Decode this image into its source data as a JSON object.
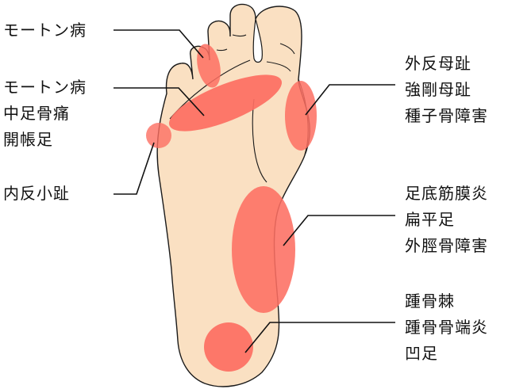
{
  "colors": {
    "skin": "#fae0c2",
    "outline": "#1a1a1a",
    "hotspot": "#fd6e62",
    "leader": "#111111"
  },
  "labels": {
    "morton_toe": {
      "lines": [
        "モートン病"
      ]
    },
    "metatarsal": {
      "lines": [
        "モートン病",
        "中足骨痛",
        "開帳足"
      ]
    },
    "bunionette": {
      "lines": [
        "内反小趾"
      ]
    },
    "big_toe": {
      "lines": [
        "外反母趾",
        "強剛母趾",
        "種子骨障害"
      ]
    },
    "arch": {
      "lines": [
        "足底筋膜炎",
        "扁平足",
        "外脛骨障害"
      ]
    },
    "heel": {
      "lines": [
        "踵骨棘",
        "踵骨骨端炎",
        "凹足"
      ]
    }
  }
}
